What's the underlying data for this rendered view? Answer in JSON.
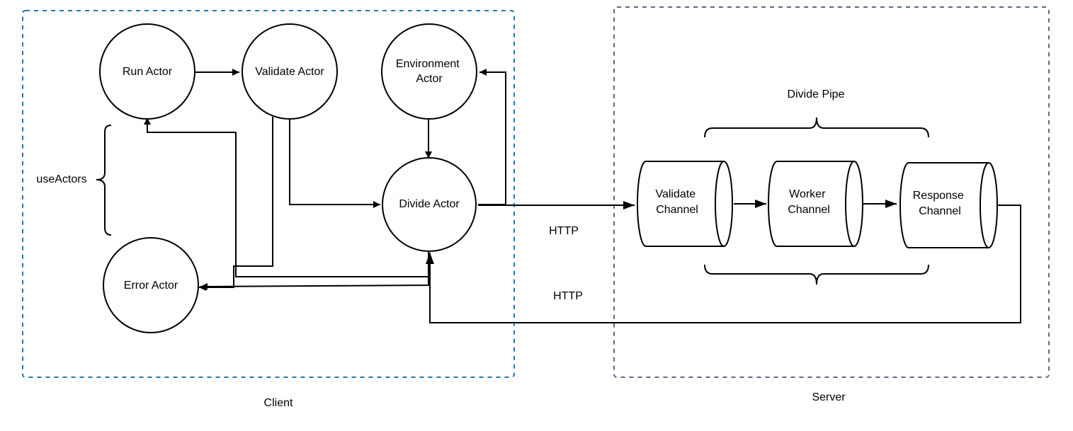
{
  "regions": {
    "client": {
      "label": "Client",
      "border_color": "#1f77b4"
    },
    "server": {
      "label": "Server",
      "border_color": "#5a6a85"
    }
  },
  "actors": {
    "run": [
      "Run Actor"
    ],
    "validate": [
      "Validate Actor"
    ],
    "environment": [
      "Environment",
      "Actor"
    ],
    "divide": [
      "Divide Actor"
    ],
    "error": [
      "Error Actor"
    ]
  },
  "use_actors_label": "useActors",
  "channels": {
    "validate": [
      "Validate",
      "Channel"
    ],
    "worker": [
      "Worker",
      "Channel"
    ],
    "response": [
      "Response",
      "Channel"
    ]
  },
  "divide_pipe_label": "Divide Pipe",
  "http_request_label": "HTTP",
  "http_response_label": "HTTP"
}
